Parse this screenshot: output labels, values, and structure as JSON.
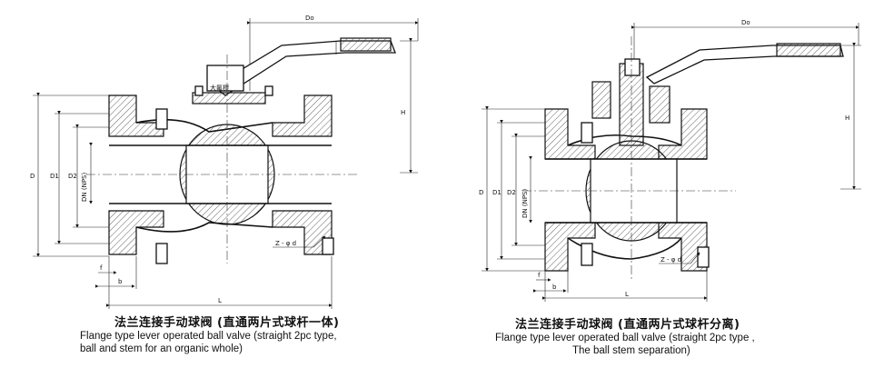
{
  "left_figure": {
    "dimension_labels": {
      "Do": "Do",
      "H": "H",
      "D": "D",
      "D1": "D1",
      "D2": "D2",
      "DN": "DN (NPS)",
      "f": "f",
      "b": "b",
      "L": "L",
      "Z": "Z - φ d",
      "tag": "大氟標"
    },
    "caption_cn": "法兰连接手动球阀 (直通两片式球杆一体)",
    "caption_en_line1": "Flange type lever operated ball valve (straight 2pc type,",
    "caption_en_line2": "ball and stem for an organic whole)"
  },
  "right_figure": {
    "dimension_labels": {
      "Do": "Do",
      "H": "H",
      "D": "D",
      "D1": "D1",
      "D2": "D2",
      "DN": "DN (NPS)",
      "f": "f",
      "b": "b",
      "L": "L",
      "Z": "Z - φ d"
    },
    "caption_cn": "法兰连接手动球阀 (直通两片式球杆分离)",
    "caption_en_line1": "Flange type lever operated ball valve (straight 2pc type ,",
    "caption_en_line2": "The ball stem separation)"
  }
}
